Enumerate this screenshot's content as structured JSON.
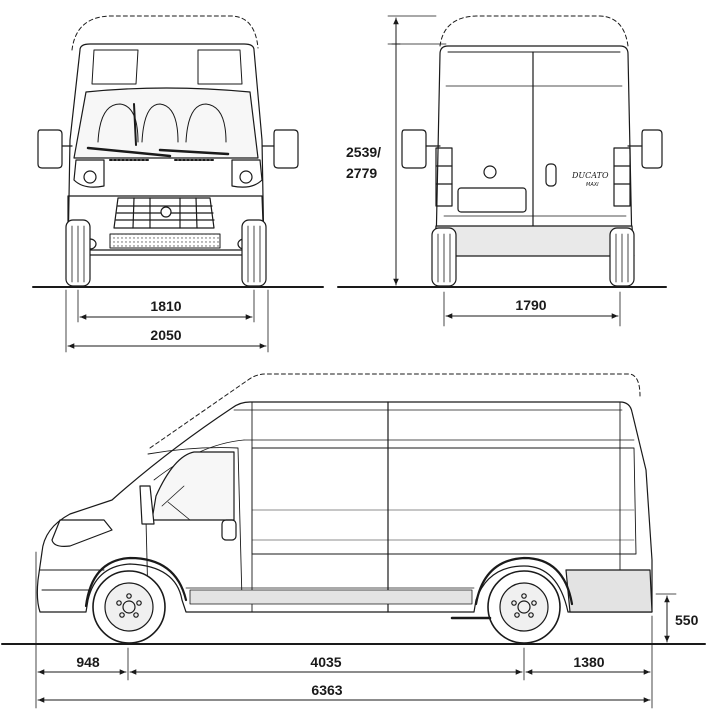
{
  "dimensions": {
    "front_track": "1810",
    "front_width": "2050",
    "rear_track": "1790",
    "height_low": "2539/",
    "height_high": "2779",
    "front_overhang": "948",
    "wheelbase": "4035",
    "rear_overhang": "1380",
    "total_length": "6363",
    "load_height": "550"
  },
  "badge": {
    "model": "DUCATO",
    "sub": "MAXI"
  }
}
